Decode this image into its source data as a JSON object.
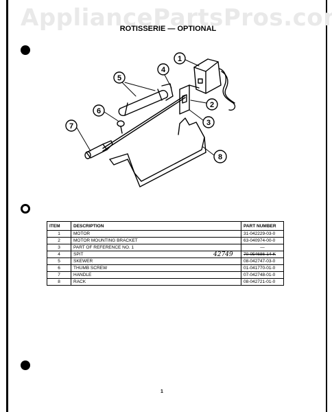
{
  "watermark": "AppliancePartsPros.com",
  "title": "ROTISSERIE — OPTIONAL",
  "callouts": [
    "1",
    "2",
    "3",
    "4",
    "5",
    "6",
    "7",
    "8"
  ],
  "table": {
    "headers": {
      "item": "ITEM",
      "description": "DESCRIPTION",
      "part_number": "PART NUMBER"
    },
    "rows": [
      {
        "item": "1",
        "description": "MOTOR",
        "part_number": "31-042229-03-0"
      },
      {
        "item": "2",
        "description": "MOTOR MOUNTING BRACKET",
        "part_number": "63-040974-00-0"
      },
      {
        "item": "3",
        "description": "PART OF REFERENCE NO. 1",
        "part_number": "—"
      },
      {
        "item": "4",
        "description": "SPIT",
        "part_number": "70-054686-14-K"
      },
      {
        "item": "5",
        "description": "SKEWER",
        "part_number": "08-042747-03-0"
      },
      {
        "item": "6",
        "description": "THUMB SCREW",
        "part_number": "01-041770-01-0"
      },
      {
        "item": "7",
        "description": "HANDLE",
        "part_number": "07-042748-01-0"
      },
      {
        "item": "8",
        "description": "RACK",
        "part_number": "08-042721-01-0"
      }
    ]
  },
  "handwritten_note": "42749",
  "page_number": "1"
}
